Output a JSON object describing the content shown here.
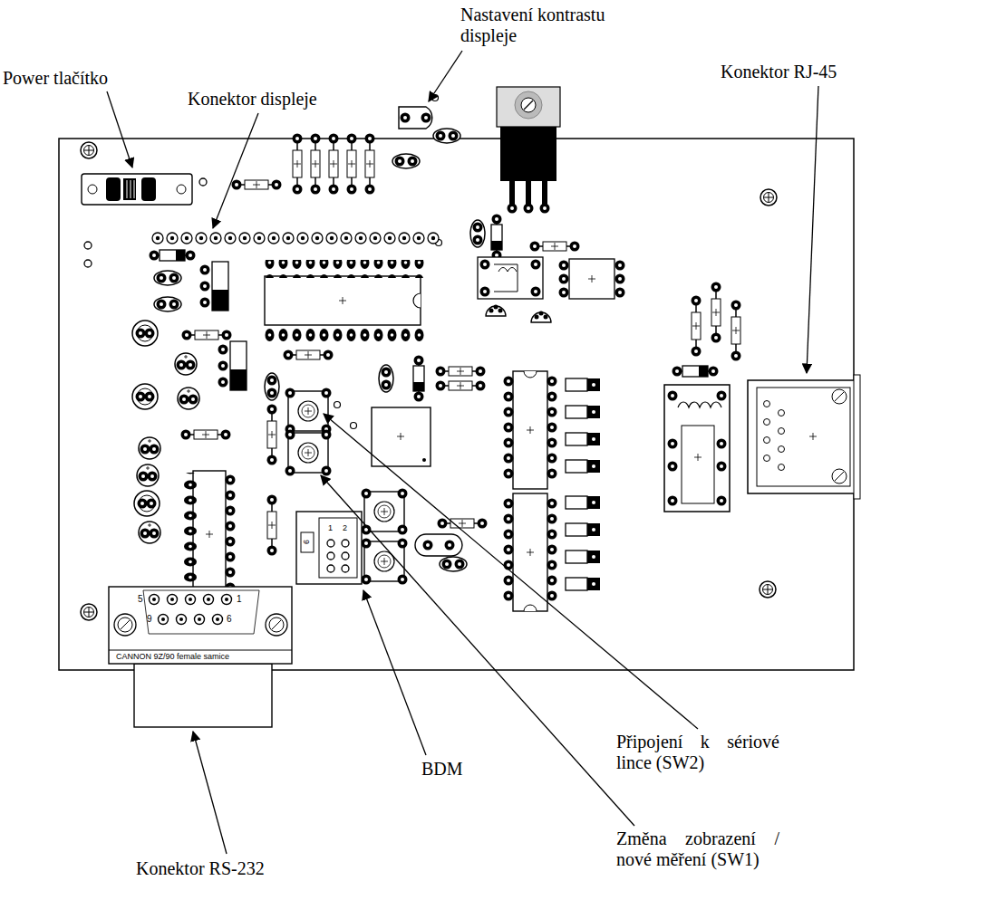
{
  "diagram": {
    "labels": [
      "Nastavení kontrastu displeje",
      "Power tlačítko",
      "Konektor displeje",
      "Konektor RJ-45",
      "5",
      "1",
      "9",
      "6",
      "CANNON 9Z/90 female samice",
      "1",
      "2",
      "6",
      "BDM",
      "Připojení k sériové lince (SW2)",
      "Změna zobrazení / nové měření (SW1)",
      "Konektor RS-232"
    ]
  }
}
